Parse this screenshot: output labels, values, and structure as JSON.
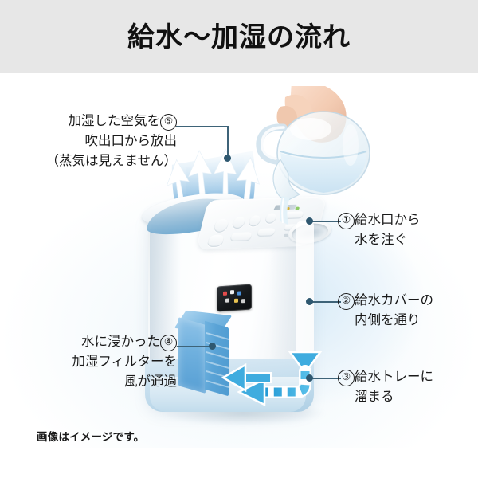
{
  "page": {
    "title": "給水〜加湿の流れ",
    "footnote": "画像はイメージです。",
    "colors": {
      "band": "#e7e7e7",
      "title_text": "#111111",
      "text": "#1a1a1a",
      "leader": "#3e6378",
      "leader_dot": "#2f5870",
      "flow_blue": "#29a3dc",
      "filter_blue": "#63abd9",
      "tray_blue": "#c2dcec",
      "steam_blue": "#2f80c4"
    }
  },
  "callouts": [
    {
      "id": "callout-5",
      "number": "⑤",
      "side": "left",
      "lines": [
        "加湿した空気を",
        "吹出口から放出",
        "（蒸気は見えません）"
      ]
    },
    {
      "id": "callout-1",
      "number": "①",
      "side": "right",
      "lines": [
        "給水口から",
        "水を注ぐ"
      ]
    },
    {
      "id": "callout-2",
      "number": "②",
      "side": "right",
      "lines": [
        "給水カバーの",
        "内側を通り"
      ]
    },
    {
      "id": "callout-3",
      "number": "③",
      "side": "right",
      "lines": [
        "給水トレーに",
        "溜まる"
      ]
    },
    {
      "id": "callout-4",
      "number": "④",
      "side": "left",
      "lines": [
        "水に浸かった",
        "加湿フィルターを",
        "風が通過"
      ]
    }
  ],
  "diagram": {
    "device_name": "humidifier-unit",
    "elements": [
      "air-outlet",
      "control-panel",
      "water-inlet",
      "plasmacluster-badge",
      "water-tray",
      "humidifying-filter",
      "water-pitcher",
      "pouring-hand"
    ],
    "flow_arrows": [
      "steam-arrows-up",
      "water-down-dashed-arrow",
      "water-turn-left-arrow",
      "air-through-filter-arrow"
    ]
  }
}
